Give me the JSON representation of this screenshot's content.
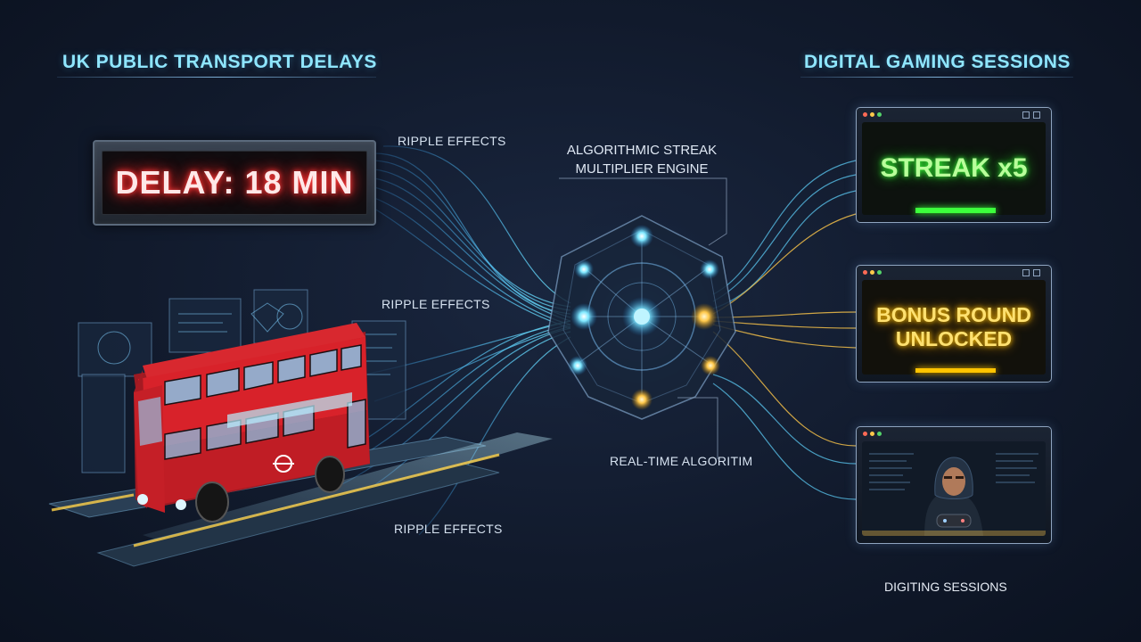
{
  "left_heading": "UK PUBLIC TRANSPORT DELAYS",
  "right_heading": "DIGITAL GAMING SESSIONS",
  "delay_board": {
    "text": "DELAY: 18 MIN",
    "glow_color": "#ff3030"
  },
  "ripple_labels": [
    "RIPPLE EFFECTS",
    "RIPPLE EFFECTS",
    "RIPPLE EFFECTS"
  ],
  "engine": {
    "title_line1": "ALGORITHMIC STREAK",
    "title_line2": "MULTIPLIER ENGINE",
    "subtitle": "REAL-TIME ALGORITIM"
  },
  "panels": {
    "streak": {
      "text": "STREAK x5",
      "color": "#3cff3c"
    },
    "bonus": {
      "line1": "BONUS ROUND",
      "line2": "UNLOCKED",
      "color": "#ffc400"
    },
    "gamer_caption": "DIGITING SESSIONS"
  },
  "colors": {
    "accent_cyan": "#4fd8ff",
    "accent_gold": "#ffc84a",
    "bus_red": "#d8222a",
    "streak_green": "#3cff3c"
  },
  "icons": [
    "bus-illustration",
    "network-hub-icon",
    "gamer-illustration",
    "window-dots-icon"
  ]
}
